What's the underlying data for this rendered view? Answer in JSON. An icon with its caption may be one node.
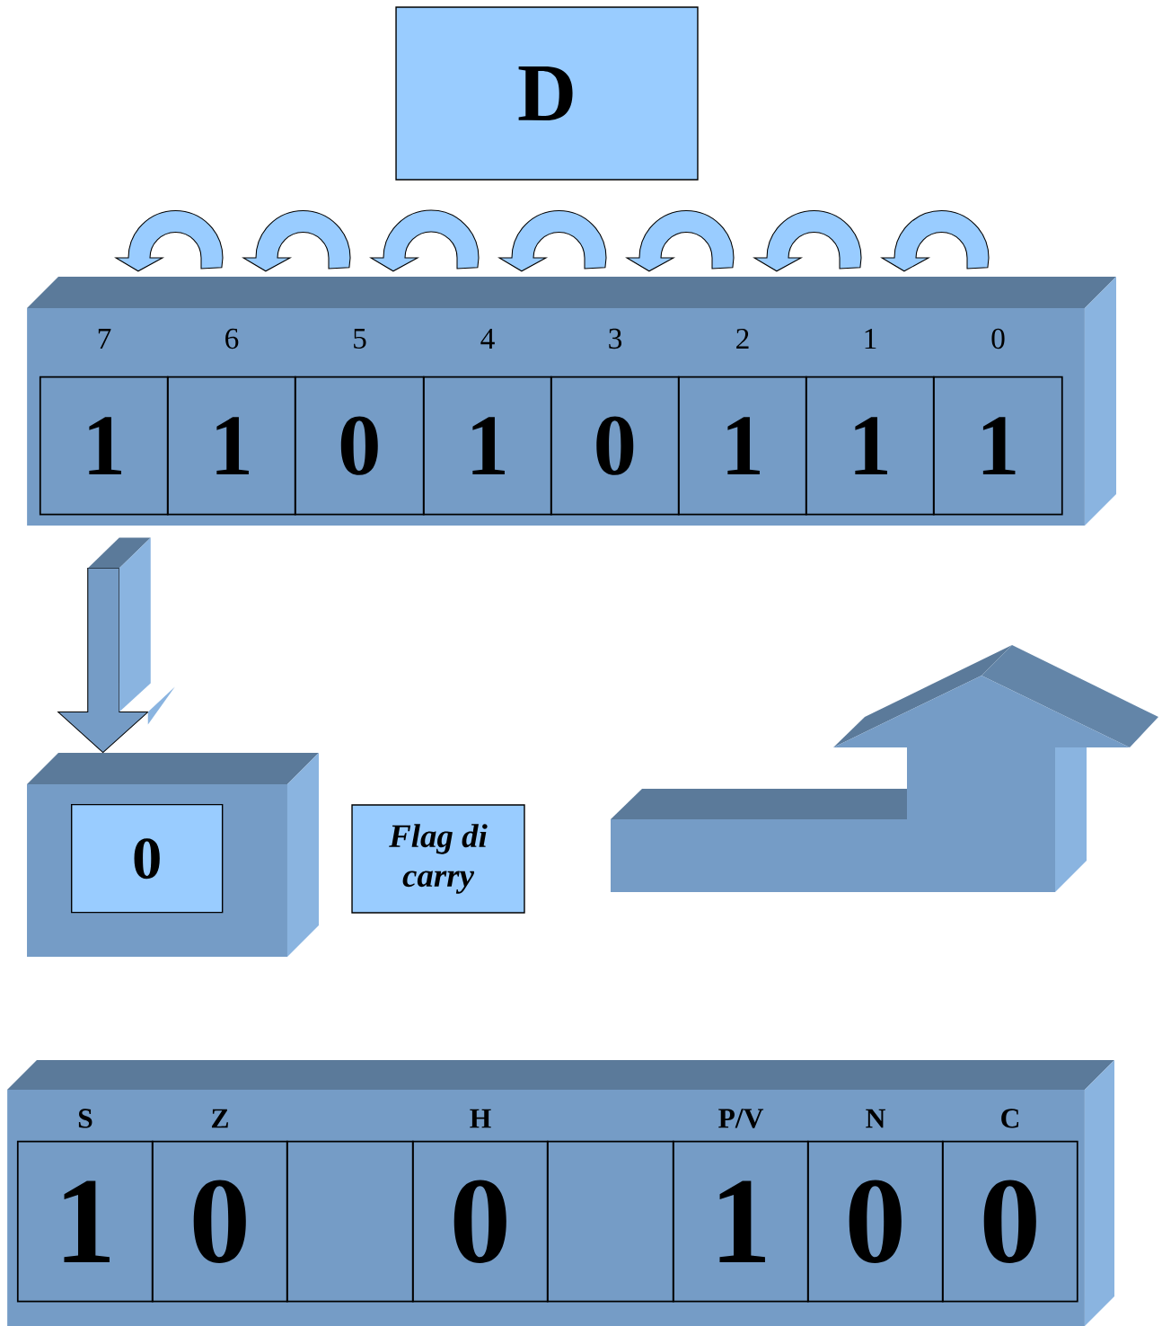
{
  "diagram": {
    "nodes": [
      {
        "text": [
          "D"
        ]
      },
      {
        "text": [],
        "shape": "box"
      },
      {
        "text": [
          "1"
        ],
        "beside": [
          "7"
        ],
        "in": 1
      },
      {
        "text": [
          "1"
        ],
        "beside": [
          "6"
        ],
        "in": 1
      },
      {
        "text": [
          "0"
        ],
        "beside": [
          "5"
        ],
        "in": 1
      },
      {
        "text": [
          "1"
        ],
        "beside": [
          "4"
        ],
        "in": 1
      },
      {
        "text": [
          "0"
        ],
        "beside": [
          "3"
        ],
        "in": 1
      },
      {
        "text": [
          "1"
        ],
        "beside": [
          "2"
        ],
        "in": 1
      },
      {
        "text": [
          "1"
        ],
        "beside": [
          "1"
        ],
        "in": 1
      },
      {
        "text": [
          "1"
        ],
        "beside": [
          "0"
        ],
        "in": 1
      },
      {
        "text": [],
        "shape": "box"
      },
      {
        "text": [
          "0"
        ],
        "in": 10
      },
      {
        "text": [
          "Flag di carry"
        ]
      },
      {
        "text": [],
        "shape": "box"
      },
      {
        "text": [
          "1"
        ],
        "beside": [
          "S"
        ],
        "in": 13
      },
      {
        "text": [
          "0"
        ],
        "beside": [
          "Z"
        ],
        "in": 13
      },
      {
        "text": [],
        "shape": "box",
        "in": 13
      },
      {
        "text": [
          "0"
        ],
        "beside": [
          "H"
        ],
        "in": 13
      },
      {
        "text": [],
        "shape": "box",
        "in": 13
      },
      {
        "text": [
          "1"
        ],
        "beside": [
          "P/V"
        ],
        "in": 13
      },
      {
        "text": [
          "0"
        ],
        "beside": [
          "N"
        ],
        "in": 13
      },
      {
        "text": [
          "0"
        ],
        "beside": [
          "C"
        ],
        "in": 13
      }
    ],
    "edges": [
      {
        "from": 3,
        "to": 2,
        "arrow": "to"
      },
      {
        "from": 4,
        "to": 3,
        "arrow": "to"
      },
      {
        "from": 5,
        "to": 4,
        "arrow": "to"
      },
      {
        "from": 6,
        "to": 5,
        "arrow": "to"
      },
      {
        "from": 7,
        "to": 6,
        "arrow": "to"
      },
      {
        "from": 8,
        "to": 7,
        "arrow": "to"
      },
      {
        "from": 9,
        "to": 8,
        "arrow": "to"
      },
      {
        "from": 2,
        "to": 10,
        "arrow": "to",
        "style": "thick"
      }
    ]
  }
}
